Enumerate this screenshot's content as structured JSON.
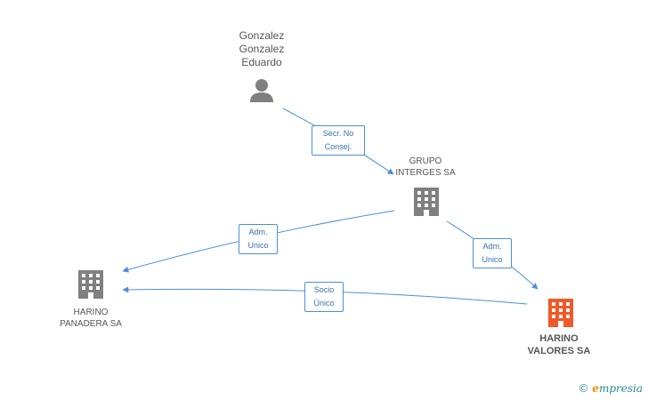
{
  "nodes": {
    "person": {
      "label": "Gonzalez\nGonzalez\nEduardo",
      "icon": "person-icon",
      "color": "#808080"
    },
    "grupo": {
      "label": "GRUPO\nINTERGES SA",
      "icon": "building-icon",
      "color": "#808080"
    },
    "panadera": {
      "label": "HARINO\nPANADERA SA",
      "icon": "building-icon",
      "color": "#808080"
    },
    "valores": {
      "label": "HARINO\nVALORES SA",
      "icon": "building-icon",
      "color": "#f05a28"
    }
  },
  "edges": {
    "secr": {
      "line1": "Secr. No",
      "line2": "Consej."
    },
    "adm_left": {
      "line1": "Adm.",
      "line2": "Unico"
    },
    "adm_right": {
      "line1": "Adm.",
      "line2": "Unico"
    },
    "socio": {
      "line1": "Socio",
      "line2": "Único"
    }
  },
  "brand": {
    "copyright": "©",
    "name_first": "e",
    "name_rest": "mpresia"
  },
  "colors": {
    "edge": "#4a90d9",
    "node": "#808080",
    "highlight": "#f05a28"
  }
}
